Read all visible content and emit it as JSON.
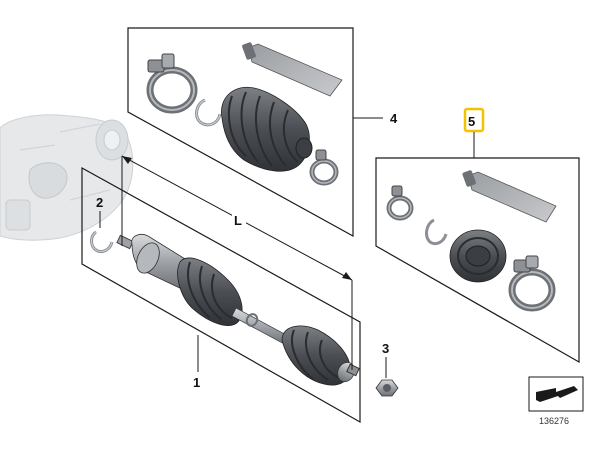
{
  "callouts": {
    "shaft": "1",
    "circlip": "2",
    "nut": "3",
    "outer_boot_kit": "4",
    "inner_boot_kit": "5",
    "length": "L"
  },
  "reference_number": "136276",
  "colors": {
    "line": "#1a1a1a",
    "part_dark": "#5a5d62",
    "part_mid": "#8d9196",
    "part_light": "#c9ccd0",
    "ghost": "#e4e6e8",
    "highlight_box": "#f2c200"
  },
  "icons": {
    "catalog_symbol": "catalog-arrow-icon"
  }
}
